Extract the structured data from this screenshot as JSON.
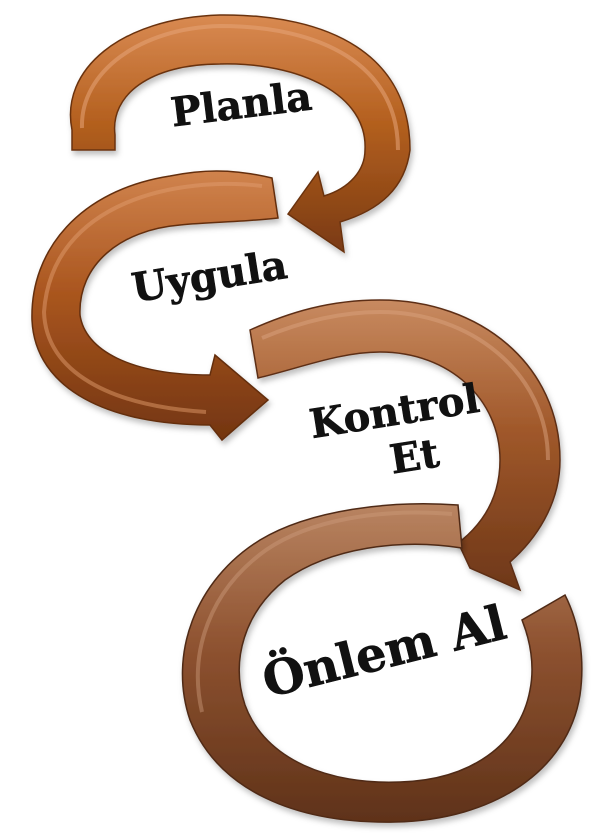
{
  "diagram": {
    "type": "cycle-arrows",
    "steps": [
      {
        "label": "Planla",
        "color": "#B15A22"
      },
      {
        "label": "Uygula",
        "color": "#A8521F"
      },
      {
        "label": "Kontrol",
        "label_line2": "Et",
        "color": "#9C5427"
      },
      {
        "label": "Önlem Al",
        "color": "#8D512F"
      }
    ],
    "colors": {
      "highlight": "#E2A070",
      "shadow": "#5E2C10"
    }
  }
}
